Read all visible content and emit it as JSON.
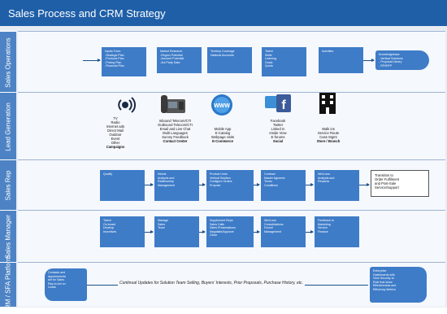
{
  "title": "Sales Process and CRM Strategy",
  "lanes": [
    {
      "label": "Sales Operations"
    },
    {
      "label": "Lead Generation"
    },
    {
      "label": "Sales Rep"
    },
    {
      "label": "Sales Manager"
    },
    {
      "label": "CRM / SFA Platform"
    }
  ],
  "sales_operations": [
    {
      "lines": [
        "Inputs From:",
        "-Strategic Plan",
        "-Products Plan",
        "-Pricing Plan",
        "-Financial Plan"
      ]
    },
    {
      "lines": [
        "Market Research",
        "-Region Potential",
        "-Account Potential",
        "-3rd Party Data"
      ]
    },
    {
      "lines": [
        "Territory Coverage",
        "National Accounts"
      ]
    },
    {
      "lines": [
        "Talent",
        "Skills",
        "Learning",
        "Goals",
        "Quota"
      ]
    },
    {
      "lines": [
        "Activities"
      ]
    },
    {
      "lines": [
        "Knowledgebase",
        "- Vertical Solutions",
        "- Proposal Library",
        "- RFI/RFP"
      ]
    }
  ],
  "lead_generation": [
    {
      "icon": "broadcast-icon",
      "lines": [
        "TV",
        "Radio",
        "Internet ads",
        "Direct Mail",
        "Outdoor",
        "Event",
        "Other"
      ],
      "category": "Campaigns"
    },
    {
      "icon": "telephone-icon",
      "lines": [
        "Inbound Telecom/CTI",
        "Outbound Telecom/CTI",
        "Email and Live Chat",
        "Multi Languages",
        "Survey Feedback"
      ],
      "category": "Contact Center"
    },
    {
      "icon": "www-globe-icon",
      "lines": [
        "Mobile App",
        "E-Catalog",
        "Webpage visits"
      ],
      "category": "E-Commerce"
    },
    {
      "icon": "social-media-icon",
      "lines": [
        "Facebook",
        "Twitter",
        "Linked In",
        "Inside View",
        "E-forums"
      ],
      "category": "Social"
    },
    {
      "icon": "building-icon",
      "lines": [
        "Walk ins",
        "Service Route",
        "Case Mgmt"
      ],
      "category": "Store / Branch"
    }
  ],
  "sales_rep": [
    {
      "lines": [
        "Qualify"
      ]
    },
    {
      "lines": [
        "Needs",
        "Analysis and",
        "Relationship",
        "Management"
      ]
    },
    {
      "lines": [
        "Product Lines",
        "Vertical Solution",
        "Configure Orders",
        "Propose"
      ]
    },
    {
      "lines": [
        "Contract",
        "Master Agreemt.",
        "Terms",
        "Conditions"
      ]
    },
    {
      "lines": [
        "Win/Loss",
        "Analysis and",
        "Rewards"
      ]
    },
    {
      "lines": [
        "Transition to",
        "Order Fulfilment",
        "and Post-Sale",
        "Service/Support"
      ]
    }
  ],
  "sales_manager": [
    {
      "lines": [
        "Talent",
        "On-board",
        "Develop",
        "Incentives"
      ]
    },
    {
      "lines": [
        "Manage",
        "Sales",
        "Team"
      ]
    },
    {
      "lines": [
        "Supplement Reps",
        "Sales Calls",
        "Sales Presentations",
        "Negotiate/Approve",
        "Close"
      ]
    },
    {
      "lines": [
        "Win/Loss",
        "Consolidations",
        "Funnel",
        "Management"
      ]
    },
    {
      "lines": [
        "Feedback to",
        "Marketing",
        "Service",
        "Finance"
      ]
    }
  ],
  "crm_platform": {
    "left": {
      "lines": [
        "Contacts and",
        "Appointments",
        "set for Sales",
        "Rep to Act on",
        "Leads"
      ]
    },
    "continuous": "Continual Updates for Solution Team Selling, Buyers' Interests, Prior Proposals, Purchase History, etc.",
    "right": {
      "lines": [
        "Enterprise",
        "Dashboards with",
        "View Security to",
        "Role that show",
        "Effectiveness and",
        "Efficiency Metrics"
      ]
    }
  }
}
